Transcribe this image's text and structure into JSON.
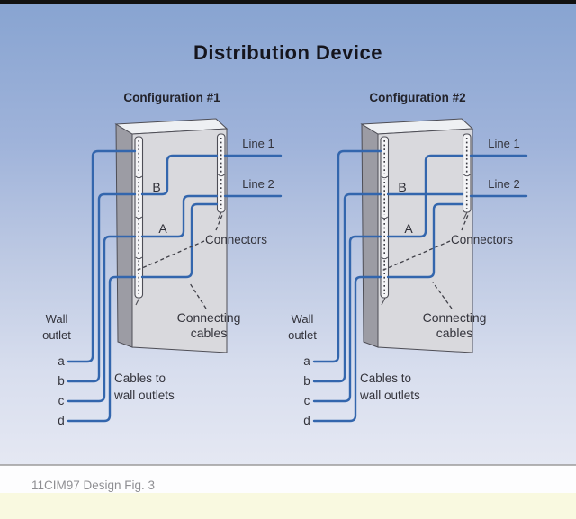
{
  "title": "Distribution Device",
  "caption": "11CIM97 Design Fig. 3",
  "colors": {
    "cable_blue": "#3366ad",
    "background_top": "#88a4d1",
    "background_bottom": "#e5e8f3",
    "box_front": "#d9d9dd",
    "box_side": "#9c9ca4",
    "box_top": "#eef0f3",
    "title_text": "#15151d",
    "label_text": "#33333b",
    "caption_text": "#8e8e92",
    "footer_strip": "#f9f9e0",
    "top_bar": "#111111"
  },
  "config1": {
    "title": "Configuration #1",
    "labels": {
      "line1": "Line 1",
      "line2": "Line 2",
      "cable_b": "B",
      "cable_a": "A",
      "connectors": "Connectors",
      "connecting_cables_line1": "Connecting",
      "connecting_cables_line2": "cables",
      "wall_outlet_line1": "Wall",
      "wall_outlet_line2": "outlet",
      "outlets": [
        "a",
        "b",
        "c",
        "d"
      ],
      "cables_to_line1": "Cables to",
      "cables_to_line2": "wall outlets"
    }
  },
  "config2": {
    "title": "Configuration #2",
    "labels": {
      "line1": "Line 1",
      "line2": "Line 2",
      "cable_b": "B",
      "cable_a": "A",
      "connectors": "Connectors",
      "connecting_cables_line1": "Connecting",
      "connecting_cables_line2": "cables",
      "wall_outlet_line1": "Wall",
      "wall_outlet_line2": "outlet",
      "outlets": [
        "a",
        "b",
        "c",
        "d"
      ],
      "cables_to_line1": "Cables to",
      "cables_to_line2": "wall outlets"
    }
  }
}
